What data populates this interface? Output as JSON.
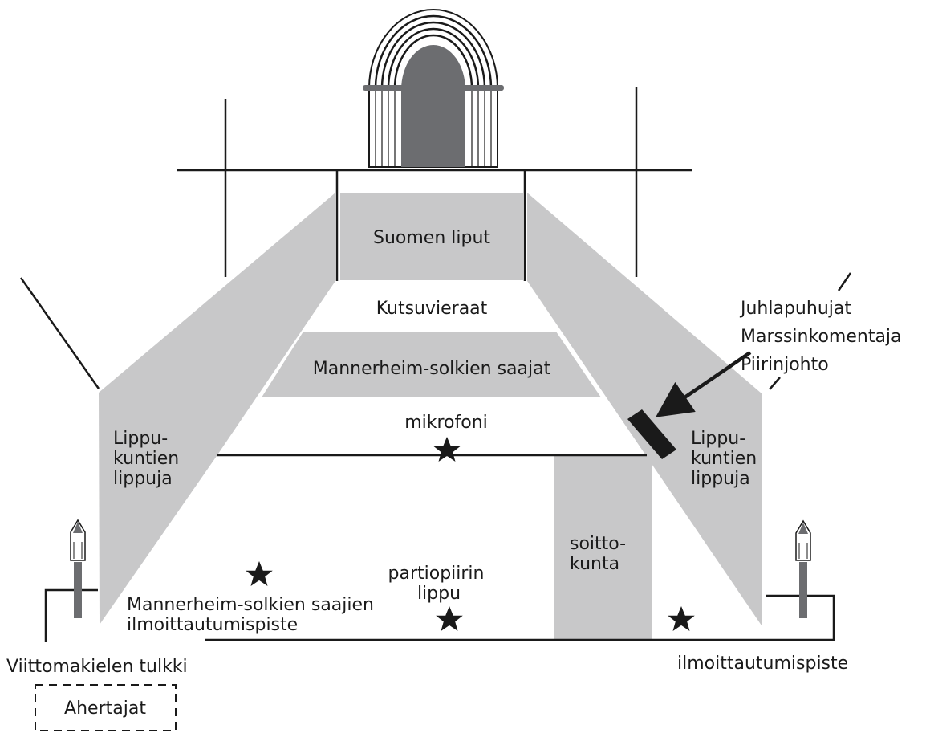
{
  "colors": {
    "area_fill": "#c8c8c9",
    "door_fill": "#6c6d70",
    "line": "#1a1a1a",
    "background": "#ffffff"
  },
  "labels": {
    "suomen_liput": "Suomen liput",
    "kutsuvieraat": "Kutsuvieraat",
    "mannerheim_saajat": "Mannerheim-solkien saajat",
    "mikrofoni": "mikrofoni",
    "left_flags": [
      "Lippu-",
      "kuntien",
      "lippuja"
    ],
    "right_flags": [
      "Lippu-",
      "kuntien",
      "lippuja"
    ],
    "speakers": [
      "Juhlapuhujat",
      "Marssinkomentaja",
      "Piirinjohto"
    ],
    "soittokunta": [
      "soitto-",
      "kunta"
    ],
    "partiopiirin_lippu": [
      "partiopiirin",
      "lippu"
    ],
    "registration_saajat": [
      "Mannerheim-solkien saajien",
      "ilmoittautumispiste"
    ],
    "registration": "ilmoittautumispiste",
    "sign_interpreter": "Viittomakielen tulkki",
    "ahertajat": "Ahertajat"
  },
  "icons": {
    "entrance": "church-door-icon",
    "marker": "star-icon",
    "torch": "torch-icon",
    "podium": "speaker-podium-icon",
    "pointer": "arrow-icon"
  }
}
